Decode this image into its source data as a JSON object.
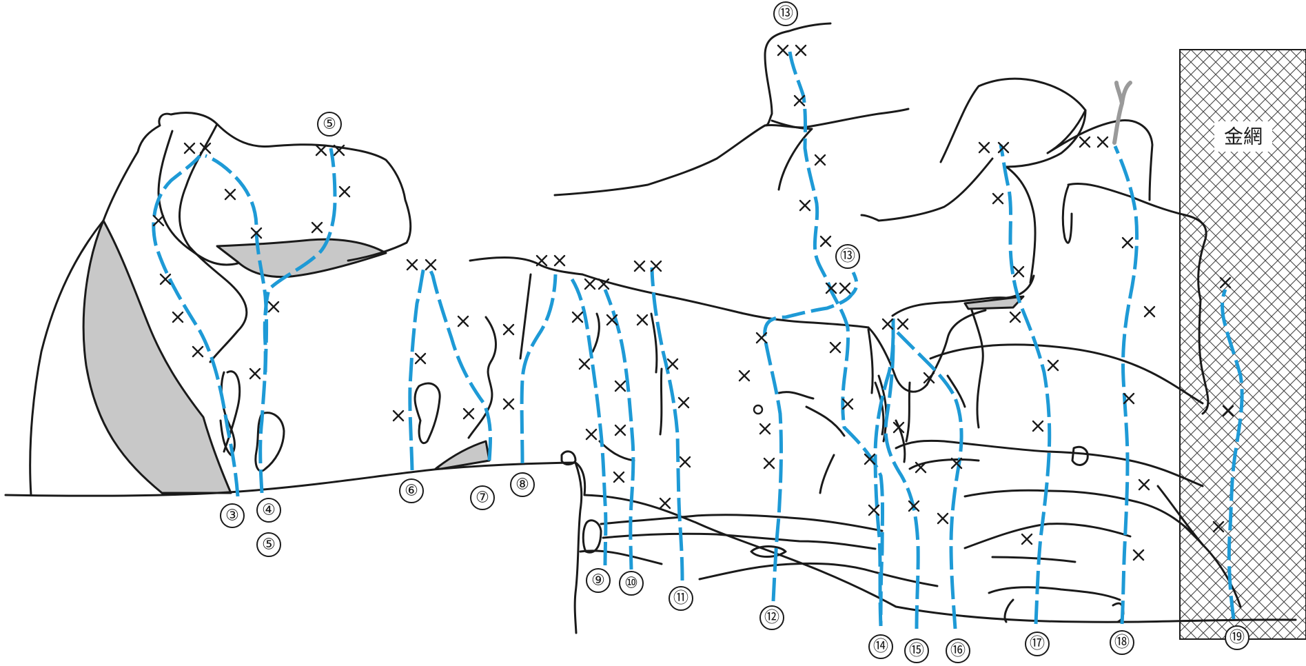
{
  "colors": {
    "route": "#1e9ad6",
    "line": "#1a1a1a",
    "shade": "#c8c8c8",
    "tree": "#9a9a9a"
  },
  "fence": {
    "label": "金網"
  },
  "routes": [
    {
      "id": "3",
      "label": "③"
    },
    {
      "id": "4",
      "label": "④"
    },
    {
      "id": "5",
      "label": "⑤"
    },
    {
      "id": "6",
      "label": "⑥"
    },
    {
      "id": "7",
      "label": "⑦"
    },
    {
      "id": "8",
      "label": "⑧"
    },
    {
      "id": "9",
      "label": "⑨"
    },
    {
      "id": "10",
      "label": "⑩"
    },
    {
      "id": "11",
      "label": "⑪"
    },
    {
      "id": "12",
      "label": "⑫"
    },
    {
      "id": "13",
      "label": "⑬"
    },
    {
      "id": "14",
      "label": "⑭"
    },
    {
      "id": "15",
      "label": "⑮"
    },
    {
      "id": "16",
      "label": "⑯"
    },
    {
      "id": "17",
      "label": "⑰"
    },
    {
      "id": "18",
      "label": "⑱"
    },
    {
      "id": "19",
      "label": "⑲"
    }
  ],
  "extra_labels": {
    "r4_lower": "⑤",
    "r5_top": "⑤",
    "r13_top": "⑬",
    "r13_mid": "⑬"
  }
}
